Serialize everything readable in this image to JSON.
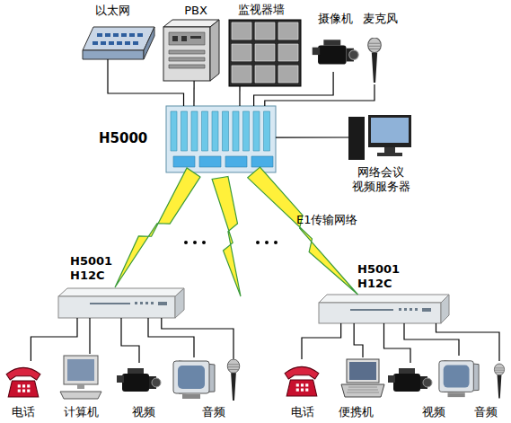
{
  "diagram": {
    "nodes": [
      {
        "text": [
          "以太网"
        ]
      },
      {
        "text": [
          "PBX"
        ]
      },
      {
        "text": [
          "监视器墙"
        ]
      },
      {
        "text": [
          "摄像机"
        ]
      },
      {
        "text": [
          "麦克风"
        ]
      },
      {
        "text": [
          "H5000"
        ]
      },
      {
        "text": [
          "网络会议 视频服务器"
        ]
      },
      {
        "text": [
          "H5001 H12C"
        ]
      },
      {
        "text": [
          "H5001 H12C"
        ]
      },
      {
        "text": [
          "电话"
        ]
      },
      {
        "text": [
          "计算机"
        ]
      },
      {
        "text": [
          "视频"
        ]
      },
      {
        "text": [
          "音频"
        ]
      },
      {
        "text": [
          "电话"
        ]
      },
      {
        "text": [
          "便携机"
        ]
      },
      {
        "text": [
          "视频"
        ]
      },
      {
        "text": [
          "音频"
        ]
      }
    ],
    "edges": [
      {
        "from": 0,
        "to": 5,
        "arrow": "none"
      },
      {
        "from": 1,
        "to": 5,
        "arrow": "none"
      },
      {
        "from": 2,
        "to": 5,
        "arrow": "none"
      },
      {
        "from": 3,
        "to": 5,
        "arrow": "none"
      },
      {
        "from": 4,
        "to": 5,
        "arrow": "none"
      },
      {
        "from": 6,
        "to": 5,
        "arrow": "none"
      },
      {
        "from": 5,
        "to": 7,
        "arrow": "none"
      },
      {
        "from": 5,
        "to": 8,
        "arrow": "none"
      },
      {
        "from": 7,
        "to": 9,
        "arrow": "none"
      },
      {
        "from": 7,
        "to": 10,
        "arrow": "none"
      },
      {
        "from": 7,
        "to": 11,
        "arrow": "none"
      },
      {
        "from": 7,
        "to": 12,
        "arrow": "none"
      },
      {
        "from": 8,
        "to": 13,
        "arrow": "none"
      },
      {
        "from": 8,
        "to": 14,
        "arrow": "none"
      },
      {
        "from": 8,
        "to": 15,
        "arrow": "none"
      },
      {
        "from": 8,
        "to": 16,
        "arrow": "none"
      }
    ],
    "labels": [
      "E1传输网络"
    ]
  }
}
